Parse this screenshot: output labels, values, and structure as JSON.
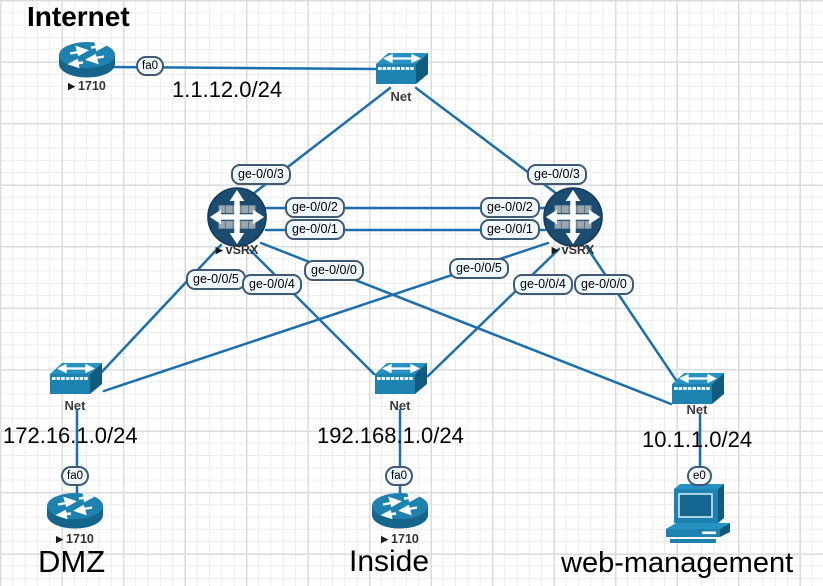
{
  "zones": {
    "internet": "Internet",
    "dmz": "DMZ",
    "inside": "Inside",
    "management": "web-management"
  },
  "subnets": {
    "internet": "1.1.12.0/24",
    "dmz": "172.16.1.0/24",
    "inside": "192.168.1.0/24",
    "management": "10.1.1.0/24"
  },
  "device_marker": "▶",
  "devices": {
    "internet_router": "1710",
    "net_top": "Net",
    "vsrx_left": "vSRX",
    "vsrx_right": "vSRX",
    "net_dmz": "Net",
    "net_inside": "Net",
    "net_mgmt": "Net",
    "dmz_router": "1710",
    "inside_router": "1710"
  },
  "interfaces": {
    "internet_router_fa0": "fa0",
    "dmz_router_fa0": "fa0",
    "inside_router_fa0": "fa0",
    "mgmt_pc_e0": "e0",
    "vsrx_left_ge3": "ge-0/0/3",
    "vsrx_left_ge2": "ge-0/0/2",
    "vsrx_left_ge1": "ge-0/0/1",
    "vsrx_left_ge5": "ge-0/0/5",
    "vsrx_left_ge4": "ge-0/0/4",
    "vsrx_left_ge0": "ge-0/0/0",
    "vsrx_right_ge3": "ge-0/0/3",
    "vsrx_right_ge2": "ge-0/0/2",
    "vsrx_right_ge1": "ge-0/0/1",
    "vsrx_right_ge5": "ge-0/0/5",
    "vsrx_right_ge4": "ge-0/0/4",
    "vsrx_right_ge0": "ge-0/0/0"
  },
  "colors": {
    "link": "#1b6fae",
    "device_teal": "#1d82b0",
    "device_dark": "#14648c",
    "vsrx_navy": "#1a4b70",
    "pill_fill": "#f0f7fc",
    "pill_border": "#3e5a74",
    "grid_minor": "#ececec",
    "grid_major": "#dcdcdc"
  }
}
